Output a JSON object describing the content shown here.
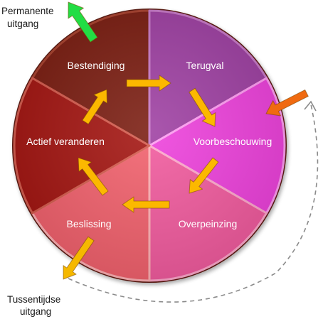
{
  "diagram": {
    "segments": [
      {
        "key": "bestendiging",
        "label": "Bestendiging",
        "color": "#7a1c10",
        "edge": "#a8402c"
      },
      {
        "key": "terugval",
        "label": "Terugval",
        "color": "#9e3fa2",
        "edge": "#c879c8"
      },
      {
        "key": "voorbeschouwing",
        "label": "Voorbeschouwing",
        "color": "#ee40dc",
        "edge": "#ff9cf2"
      },
      {
        "key": "overpeinzing",
        "label": "Overpeinzing",
        "color": "#f25a9e",
        "edge": "#ffa8cc"
      },
      {
        "key": "beslissing",
        "label": "Beslissing",
        "color": "#f2606c",
        "edge": "#ffb0b4"
      },
      {
        "key": "actief_veranderen",
        "label": "Actief veranderen",
        "color": "#a31410",
        "edge": "#d45a4c"
      }
    ],
    "exits": {
      "permanent": {
        "line1": "Permanente",
        "line2": "uitgang",
        "arrow_color": "#22dd44"
      },
      "interim": {
        "line1": "Tussentijdse",
        "line2": "uitgang",
        "arrow_color": "#f5b800"
      }
    },
    "entry_arrow_color": "#f06a10",
    "cycle_arrow_color": "#fcb800"
  }
}
